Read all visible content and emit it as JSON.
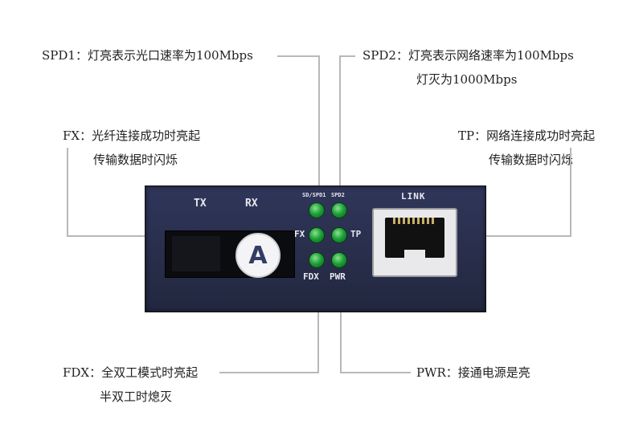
{
  "callouts": {
    "spd1": {
      "line1": "SPD1：灯亮表示光口速率为100Mbps"
    },
    "spd2": {
      "line1": "SPD2：灯亮表示网络速率为100Mbps",
      "line2": "灯灭为1000Mbps"
    },
    "fx": {
      "line1": "FX：光纤连接成功时亮起",
      "line2": "传输数据时闪烁"
    },
    "tp": {
      "line1": "TP：网络连接成功时亮起",
      "line2": "传输数据时闪烁"
    },
    "fdx": {
      "line1": "FDX：全双工模式时亮起",
      "line2": "半双工时熄灭"
    },
    "pwr": {
      "line1": "PWR：接通电源是亮"
    }
  },
  "panel": {
    "tx": "TX",
    "rx": "RX",
    "sd_spd1": "SD/SPD1",
    "spd2": "SPD2",
    "fx": "FX",
    "tp": "TP",
    "fdx": "FDX",
    "pwr": "PWR",
    "link": "LINK",
    "badge": "A"
  },
  "colors": {
    "panel": "#2a2f4c",
    "led_on": "#1ea33a",
    "leader_line": "#b8b8b8"
  }
}
